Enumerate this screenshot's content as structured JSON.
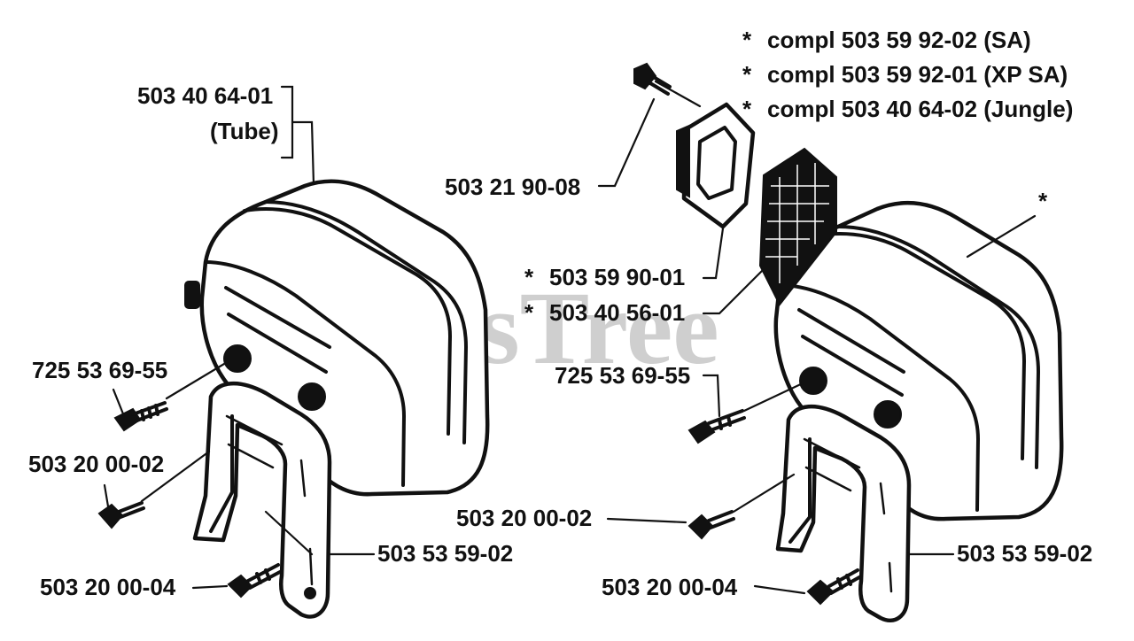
{
  "watermark": "PartsTree",
  "trademark": "™",
  "left_assembly": {
    "muffler_part": "503 40 64-01",
    "muffler_note": "(Tube)",
    "screw_top": "725 53 69-55",
    "screw_mid": "503 20 00-02",
    "screw_bottom": "503 20 00-04",
    "bracket": "503 53 59-02"
  },
  "right_assembly": {
    "complete_sa": "compl 503 59 92-02 (SA)",
    "complete_xp_sa": "compl 503 59 92-01 (XP SA)",
    "complete_jungle": "compl 503 40 64-02 (Jungle)",
    "asterisk": "*",
    "screw_top": "503 21 90-08",
    "plate": "503 59 90-01",
    "screen": "503 40 56-01",
    "screw_upper": "725 53 69-55",
    "screw_mid": "503 20 00-02",
    "screw_bottom": "503 20 00-04",
    "bracket": "503 53 59-02"
  }
}
